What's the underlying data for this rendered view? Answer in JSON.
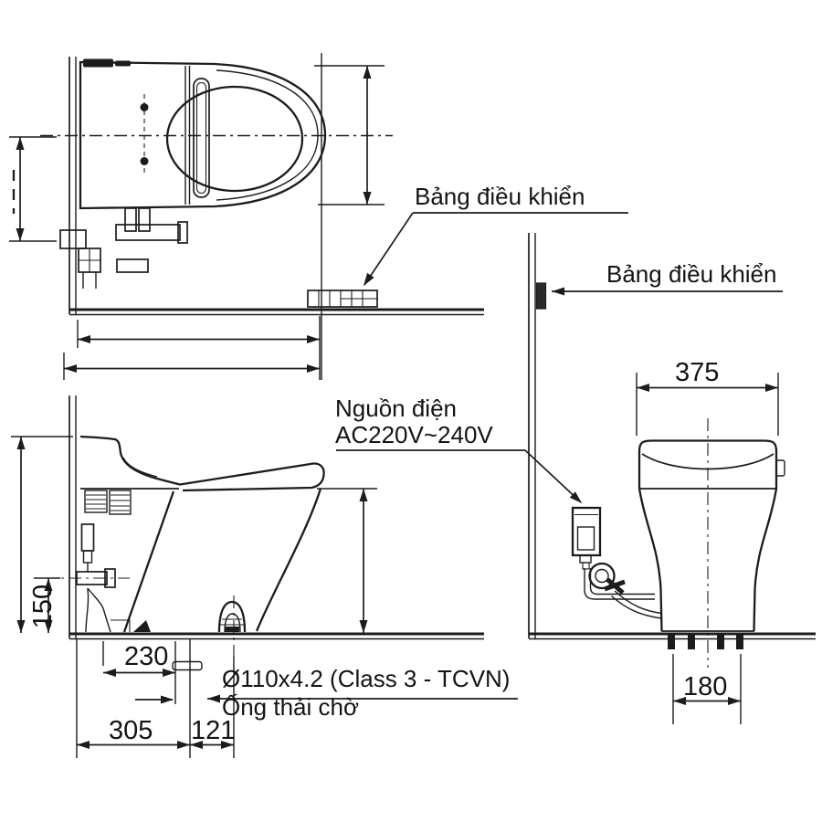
{
  "drawing": {
    "background": "#ffffff",
    "line_color": "#1c1c1c",
    "labels": {
      "control_panel_top": "Bảng điều khiển",
      "control_panel_front": "Bảng điều khiển",
      "power_source_line1": "Nguồn điện",
      "power_source_line2": "AC220V~240V",
      "drain_pipe_spec": "Ø110x4.2 (Class 3 - TCVN)",
      "drain_pipe_label": "Ống thải chờ"
    },
    "dimensions": {
      "seat_width_mm": "375",
      "bolt_spacing_mm": "180",
      "supply_height_mm": "150",
      "wall_to_supply_mm": "230",
      "wall_to_outlet_mm": "305",
      "outlet_span_mm": "121"
    }
  }
}
